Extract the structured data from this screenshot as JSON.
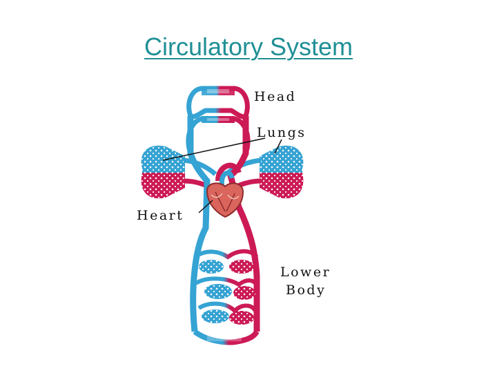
{
  "title": "Circulatory System",
  "labels": {
    "head": "Head",
    "lungs": "Lungs",
    "heart": "Heart",
    "lower_body_line1": "Lower",
    "lower_body_line2": "Body"
  },
  "colors": {
    "title": "#1f8f95",
    "oxygen_poor_blood": "#35a3d3",
    "oxygen_rich_blood": "#cc1a55",
    "heart": "#d9655d",
    "label_text": "#111111"
  }
}
